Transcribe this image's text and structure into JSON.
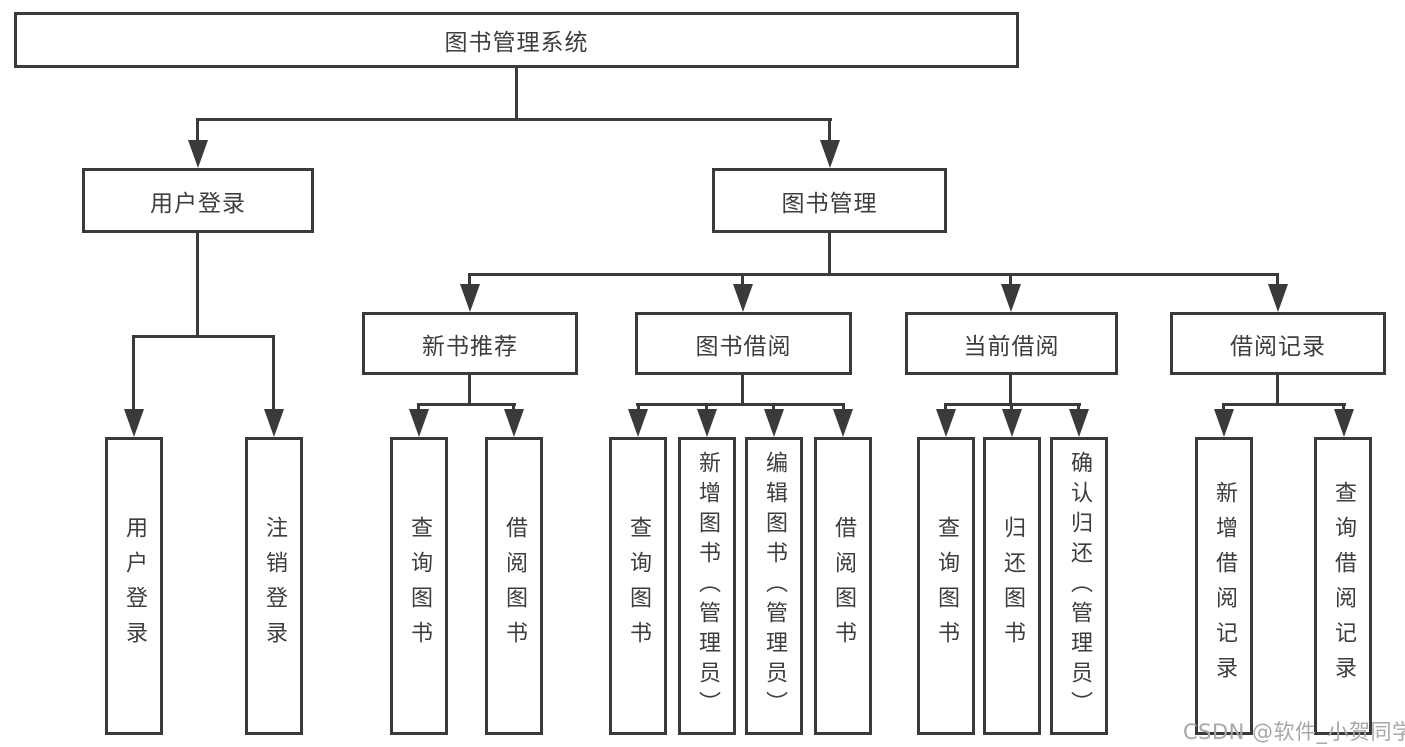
{
  "tree": {
    "label": "图书管理系统",
    "children": [
      {
        "label": "用户登录",
        "children": [
          {
            "label": "用户登录"
          },
          {
            "label": "注销登录"
          }
        ]
      },
      {
        "label": "图书管理",
        "children": [
          {
            "label": "新书推荐",
            "children": [
              {
                "label": "查询图书"
              },
              {
                "label": "借阅图书"
              }
            ]
          },
          {
            "label": "图书借阅",
            "children": [
              {
                "label": "查询图书"
              },
              {
                "label": "新增图书（管理员）"
              },
              {
                "label": "编辑图书（管理员）"
              },
              {
                "label": "借阅图书"
              }
            ]
          },
          {
            "label": "当前借阅",
            "children": [
              {
                "label": "查询图书"
              },
              {
                "label": "归还图书"
              },
              {
                "label": "确认归还（管理员）"
              }
            ]
          },
          {
            "label": "借阅记录",
            "children": [
              {
                "label": "新增借阅记录"
              },
              {
                "label": "查询借阅记录"
              }
            ]
          }
        ]
      }
    ]
  },
  "watermark": {
    "text": "CSDN @软件_小贺同学"
  },
  "colors": {
    "line": "#3a3a3a",
    "text": "#3d3d3d",
    "watermark_gray": "#a8a8a8",
    "background": "#ffffff"
  }
}
